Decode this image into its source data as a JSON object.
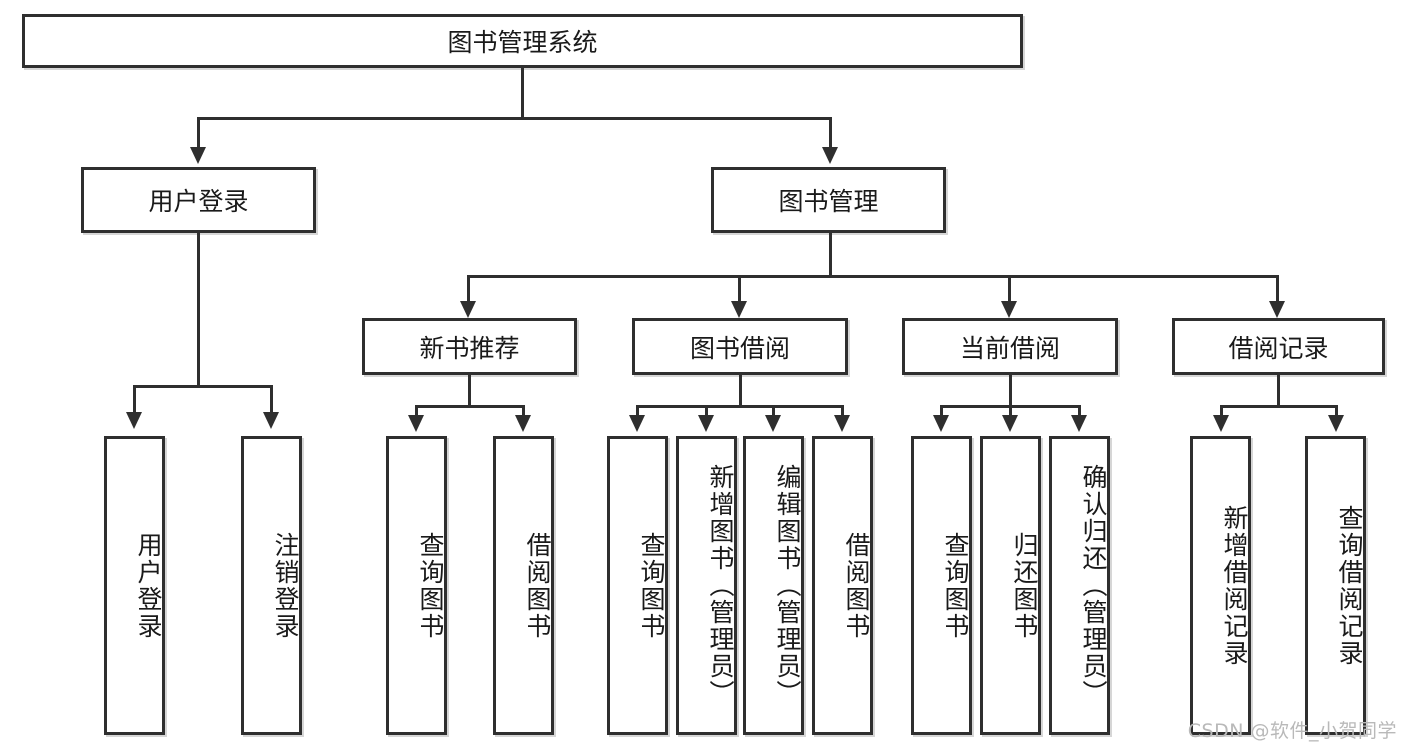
{
  "diagram": {
    "title": "图书管理系统",
    "type": "tree",
    "watermark": "CSDN @软件_小贺同学",
    "colors": {
      "box_border": "#2f2f2f",
      "box_fill": "#ffffff",
      "line": "#2f2f2f",
      "text": "#1a1a1a",
      "watermark": "#b9b9b9"
    },
    "root": {
      "label": "图书管理系统"
    },
    "level2": [
      {
        "label": "用户登录"
      },
      {
        "label": "图书管理"
      }
    ],
    "level3": [
      {
        "label": "新书推荐"
      },
      {
        "label": "图书借阅"
      },
      {
        "label": "当前借阅"
      },
      {
        "label": "借阅记录"
      }
    ],
    "leaves": {
      "user_login": [
        {
          "label": "用户登录"
        },
        {
          "label": "注销登录"
        }
      ],
      "new_book_recommend": [
        {
          "label": "查询图书"
        },
        {
          "label": "借阅图书"
        }
      ],
      "book_borrow": [
        {
          "label": "查询图书"
        },
        {
          "label": "新增图书（管理员）"
        },
        {
          "label": "编辑图书（管理员）"
        },
        {
          "label": "借阅图书"
        }
      ],
      "current_borrow": [
        {
          "label": "查询图书"
        },
        {
          "label": "归还图书"
        },
        {
          "label": "确认归还（管理员）"
        }
      ],
      "borrow_record": [
        {
          "label": "新增借阅记录"
        },
        {
          "label": "查询借阅记录"
        }
      ]
    }
  }
}
